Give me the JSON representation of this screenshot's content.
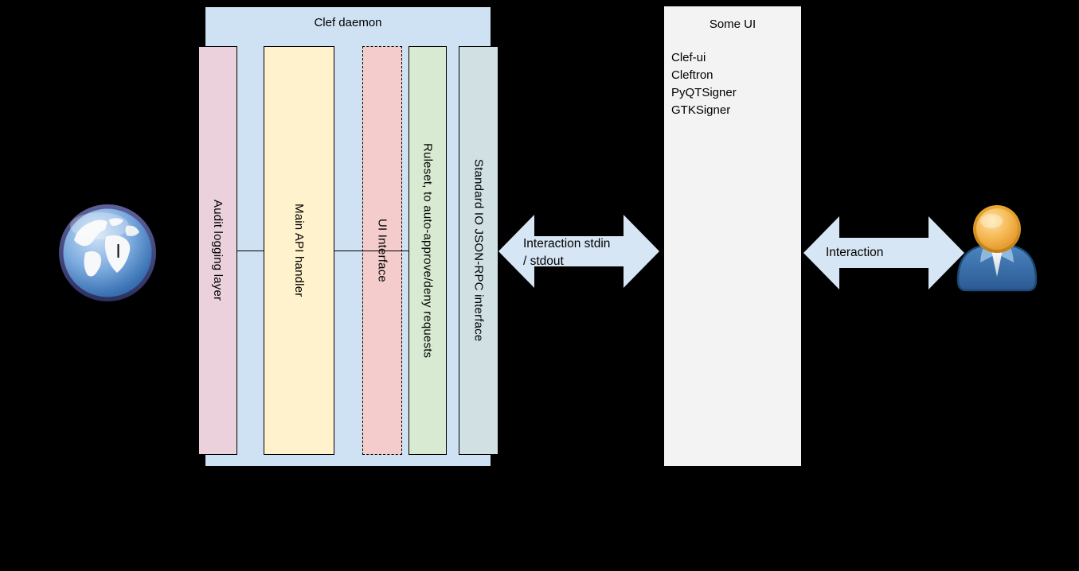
{
  "background": "#000000",
  "clef_daemon": {
    "title": "Clef daemon",
    "fill": "#cfe2f3",
    "layers": [
      {
        "label": "Audit logging layer",
        "fill": "#ead1dc",
        "border": "solid"
      },
      {
        "label": "Main API handler",
        "fill": "#fff2cc",
        "border": "solid"
      },
      {
        "label": "UI Interface",
        "fill": "#f4cccc",
        "border": "dashed"
      },
      {
        "label": "Ruleset, to auto-approve/deny requests",
        "fill": "#d9ead3",
        "border": "solid"
      },
      {
        "label": "Standard IO JSON-RPC interface",
        "fill": "#d0e0e3",
        "border": "solid"
      }
    ]
  },
  "some_ui": {
    "title": "Some UI",
    "fill": "#f3f3f3",
    "items": [
      "Clef-ui",
      "Cleftron",
      "PyQTSigner",
      "GTKSigner"
    ]
  },
  "arrows": {
    "fill": "#d7e6f5",
    "daemon_ui": {
      "line1": "Interaction stdin",
      "line2": "/ stdout"
    },
    "ui_user": {
      "label": "Interaction"
    }
  },
  "icons": {
    "left": "internet-globe",
    "right": "person-user"
  }
}
